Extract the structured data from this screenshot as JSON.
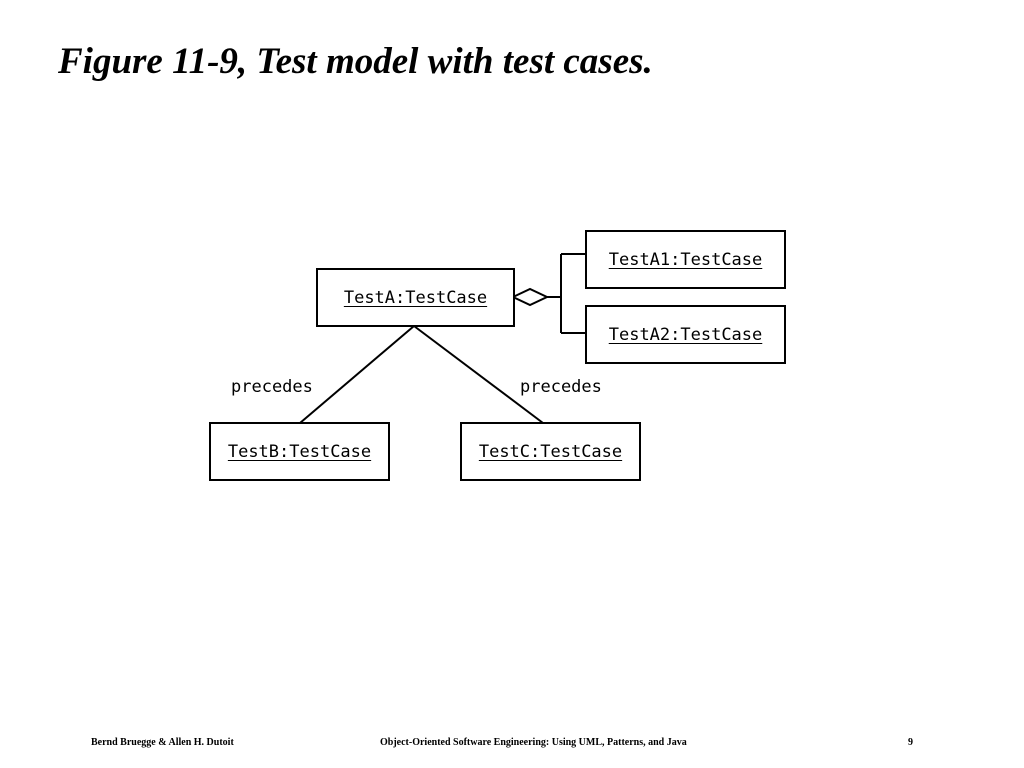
{
  "title": "Figure 11-9, Test model with test cases.",
  "diagram": {
    "objects": {
      "test_a": "TestA:TestCase",
      "test_a1": "TestA1:TestCase",
      "test_a2": "TestA2:TestCase",
      "test_b": "TestB:TestCase",
      "test_c": "TestC:TestCase"
    },
    "associations": {
      "a_to_b": "precedes",
      "a_to_c": "precedes"
    }
  },
  "footer": {
    "authors": "Bernd Bruegge & Allen H. Dutoit",
    "book": "Object-Oriented Software Engineering: Using UML, Patterns, and Java",
    "page": "9"
  }
}
